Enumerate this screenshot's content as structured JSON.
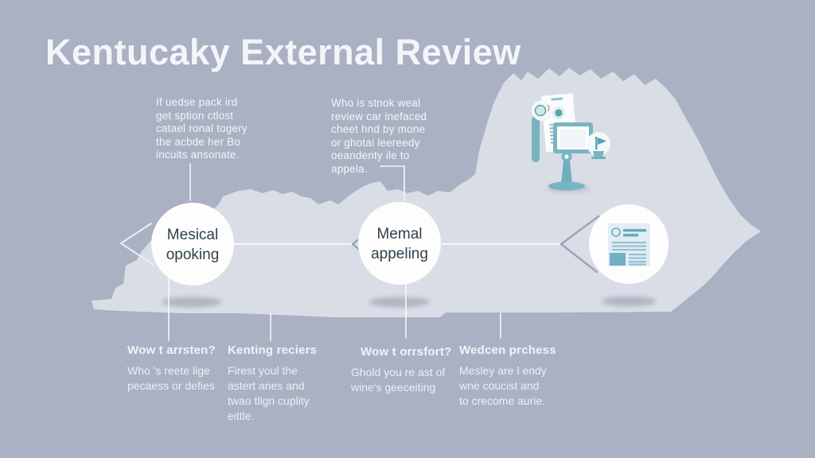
{
  "title": "Kentucaky External Review",
  "colors": {
    "background": "#a9b1c3",
    "map_silhouette": "#d9dde6",
    "circle_fill": "#fdfdfe",
    "circle_text": "#2f424b",
    "white_text": "#f3f5f9",
    "teal_accent": "#79b4c2",
    "teal_dark": "#58a2b3",
    "chevron_gray": "#9aa4b8"
  },
  "top_notes": [
    {
      "lines": [
        "If uedse pack ird",
        "get sption ctlost",
        "catael ronal togery",
        "the acbde her Bo",
        "incuits ansonate."
      ]
    },
    {
      "lines": [
        "Who is stnok weal",
        "review car inefaced",
        "cheet hnd by mone",
        "or ghotai leereedy",
        "oeandenty ile to",
        "appela."
      ]
    }
  ],
  "steps": [
    {
      "label_lines": [
        "Mesical",
        "opoking"
      ]
    },
    {
      "label_lines": [
        "Memal",
        "appeling"
      ]
    },
    {
      "icon": "report-document-icon"
    }
  ],
  "bottom_notes": [
    {
      "heading": "Wow t arrsten?",
      "lines": [
        "Who 's reete lige",
        "pecaess or defies"
      ]
    },
    {
      "heading": "Kenting reciers",
      "lines": [
        "Firest youl the",
        "astert aries and",
        "twao tlign cuplity",
        "eittle."
      ]
    },
    {
      "heading": "Wow t orrsfort?",
      "lines": [
        "Ghold you re ast of",
        "wine's geeceiting"
      ]
    },
    {
      "heading": "Wedcen prchess",
      "lines": [
        "Mesley are l endy",
        "wne coucist and",
        "to crecome aurie."
      ]
    }
  ],
  "icons": {
    "map": "kentucky-map-silhouette",
    "step3": "report-document-icon",
    "illustration": [
      "signpost-board-icon",
      "paper-sheet-icon",
      "badge-coin-icon",
      "badge-flag-icon"
    ]
  }
}
